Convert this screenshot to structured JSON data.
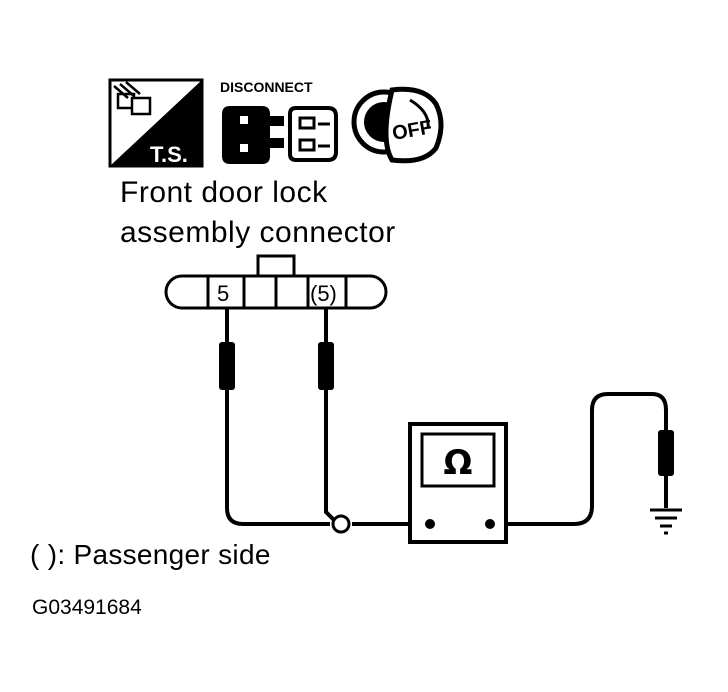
{
  "icons": {
    "ts": {
      "label": "T.S.",
      "name": "tool-service-icon"
    },
    "disconnect": {
      "label": "DISCONNECT",
      "name": "disconnect-connector-icon"
    },
    "ignition": {
      "label": "OFF",
      "name": "ignition-off-icon"
    }
  },
  "connector_title": {
    "line1": "Front door lock",
    "line2": "assembly connector"
  },
  "connector": {
    "pin_left": "5",
    "pin_right": "(5)"
  },
  "meter": {
    "symbol": "Ω"
  },
  "note": "(  ): Passenger side",
  "figure_code": "G03491684"
}
